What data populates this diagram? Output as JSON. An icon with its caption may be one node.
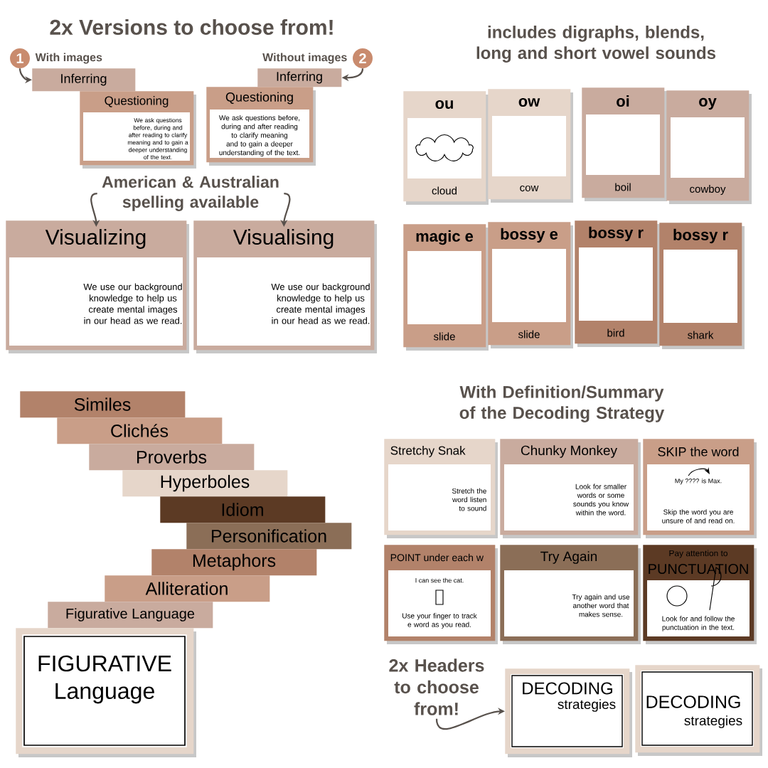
{
  "diagram": {
    "title": "2x Versions to choose from!",
    "nodes": [
      {
        "text": [
          "1"
        ],
        "beside": [
          "With images"
        ]
      },
      {
        "text": [
          "2"
        ],
        "beside": [
          "Without images"
        ]
      },
      {
        "text": [
          "Inferring"
        ]
      },
      {
        "text": [
          "Questioning",
          "We ask questions before, during and after reading to clarify meaning and to gain a deeper understanding of the text."
        ]
      },
      {
        "text": [
          "Inferring"
        ]
      },
      {
        "text": [
          "Questioning",
          "We ask questions before, during and after reading to clarify meaning and to gain a deeper understanding of the text."
        ]
      },
      {
        "text": [
          "American & Australian spelling available"
        ]
      },
      {
        "text": [
          "Visualizing",
          "We use our background knowledge to help us create mental images in our head as we read."
        ]
      },
      {
        "text": [
          "Visualising",
          "We use our background knowledge to help us create mental images in our head as we read."
        ]
      },
      {
        "text": [
          "ou",
          "cloud"
        ]
      },
      {
        "text": [
          "ow",
          "cow"
        ]
      },
      {
        "text": [
          "oi",
          "boil"
        ]
      },
      {
        "text": [
          "oy",
          "cowboy"
        ]
      },
      {
        "text": [
          "magic e",
          "slide"
        ]
      },
      {
        "text": [
          "bossy e",
          "slide"
        ]
      },
      {
        "text": [
          "bossy r",
          "bird"
        ]
      },
      {
        "text": [
          "bossy r",
          "shark"
        ]
      },
      {
        "text": [
          "Similes"
        ]
      },
      {
        "text": [
          "Clichés"
        ]
      },
      {
        "text": [
          "Proverbs"
        ]
      },
      {
        "text": [
          "Hyperboles"
        ]
      },
      {
        "text": [
          "Idiom"
        ]
      },
      {
        "text": [
          "Personification"
        ]
      },
      {
        "text": [
          "Metaphors"
        ]
      },
      {
        "text": [
          "Alliteration"
        ]
      },
      {
        "text": [
          "Figurative Language"
        ]
      },
      {
        "text": [
          "FIGURATIVE",
          "Language"
        ]
      },
      {
        "text": [
          "Stretchy Snak",
          "Stretch the word listen to sound"
        ]
      },
      {
        "text": [
          "Chunky Monkey",
          "Look for smaller words or some sounds you know within the word."
        ]
      },
      {
        "text": [
          "SKIP the word",
          "My ???? is Max.",
          "Skip the word you are unsure of and read on."
        ]
      },
      {
        "text": [
          "POINT under each w",
          "I can see the cat.",
          "Use your finger to track e word as you read."
        ]
      },
      {
        "text": [
          "Try Again",
          "Try again and use another word that makes sense."
        ]
      },
      {
        "text": [
          "Pay attention to",
          "PUNCTUATION",
          "Look for and follow the punctuation in the text."
        ]
      },
      {
        "text": [
          "2x Headers to choose from!"
        ]
      },
      {
        "text": [
          "DECODING",
          "strategies"
        ]
      },
      {
        "text": [
          "DECODING",
          "strategies"
        ]
      }
    ],
    "edges": [
      {
        "from": 0,
        "to": 2,
        "arrow": "to"
      },
      {
        "from": 1,
        "to": 4,
        "arrow": "to"
      },
      {
        "from": 6,
        "to": 7,
        "arrow": "to"
      },
      {
        "from": 6,
        "to": 8,
        "arrow": "to"
      },
      {
        "from": 33,
        "to": 34,
        "arrow": "to"
      }
    ],
    "labels": [
      "includes digraphs, blends, long and short vowel sounds",
      "With Definition/Summary of the Decoding Strategy"
    ]
  }
}
